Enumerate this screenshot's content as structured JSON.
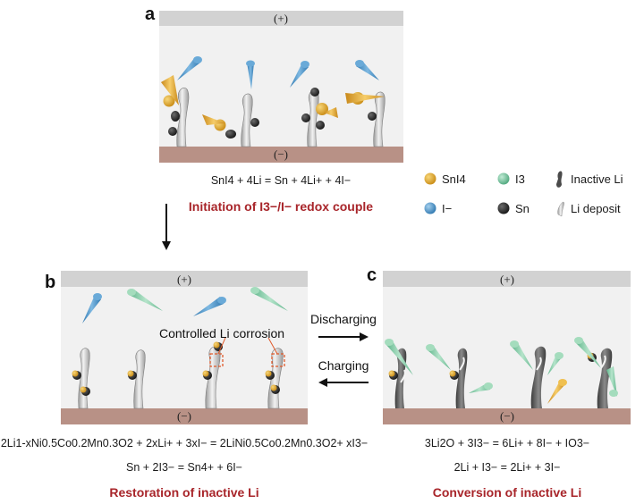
{
  "panels": {
    "a": {
      "letter": "a",
      "pos_label": "(+)",
      "neg_label": "(−)",
      "equation": "SnI4 + 4Li = Sn + 4Li+ + 4I−",
      "title": "Initiation of I3−/I− redox  couple"
    },
    "b": {
      "letter": "b",
      "pos_label": "(+)",
      "neg_label": "(−)",
      "annotation": "Controlled Li corrosion",
      "equation1": "2Li1-xNi0.5Co0.2Mn0.3O2 + 2xLi+ + 3xI− = 2LiNi0.5Co0.2Mn0.3O2+ xI3−",
      "equation2": "Sn + 2I3− = Sn4+ + 6I−",
      "title": "Restoration of inactive Li"
    },
    "c": {
      "letter": "c",
      "pos_label": "(+)",
      "neg_label": "(−)",
      "equation1": "3Li2O + 3I3− = 6Li+ + 8I− + IO3−",
      "equation2": "2Li + I3− = 2Li+ + 3I−",
      "title": "Conversion of inactive Li"
    }
  },
  "arrows": {
    "discharging": "Discharging",
    "charging": "Charging"
  },
  "legend": {
    "sni4": "SnI4",
    "i3": "I3",
    "inactive_li": "Inactive Li",
    "iodide": "I−",
    "sn": "Sn",
    "li_deposit": "Li deposit"
  },
  "colors": {
    "electrode_top": "#d2d2d2",
    "electrode_bottom": "#b89186",
    "cell_bg": "#f1f1f1",
    "sni4": "#e0a62a",
    "i3": "#7cc8a3",
    "iodide": "#4b93c6",
    "sn": "#2b2b2b",
    "li_deposit": "#c8c8c8",
    "inactive_li": "#5a5a5a",
    "title_red": "#a8252a",
    "highlight_box": "#e05a2b"
  }
}
